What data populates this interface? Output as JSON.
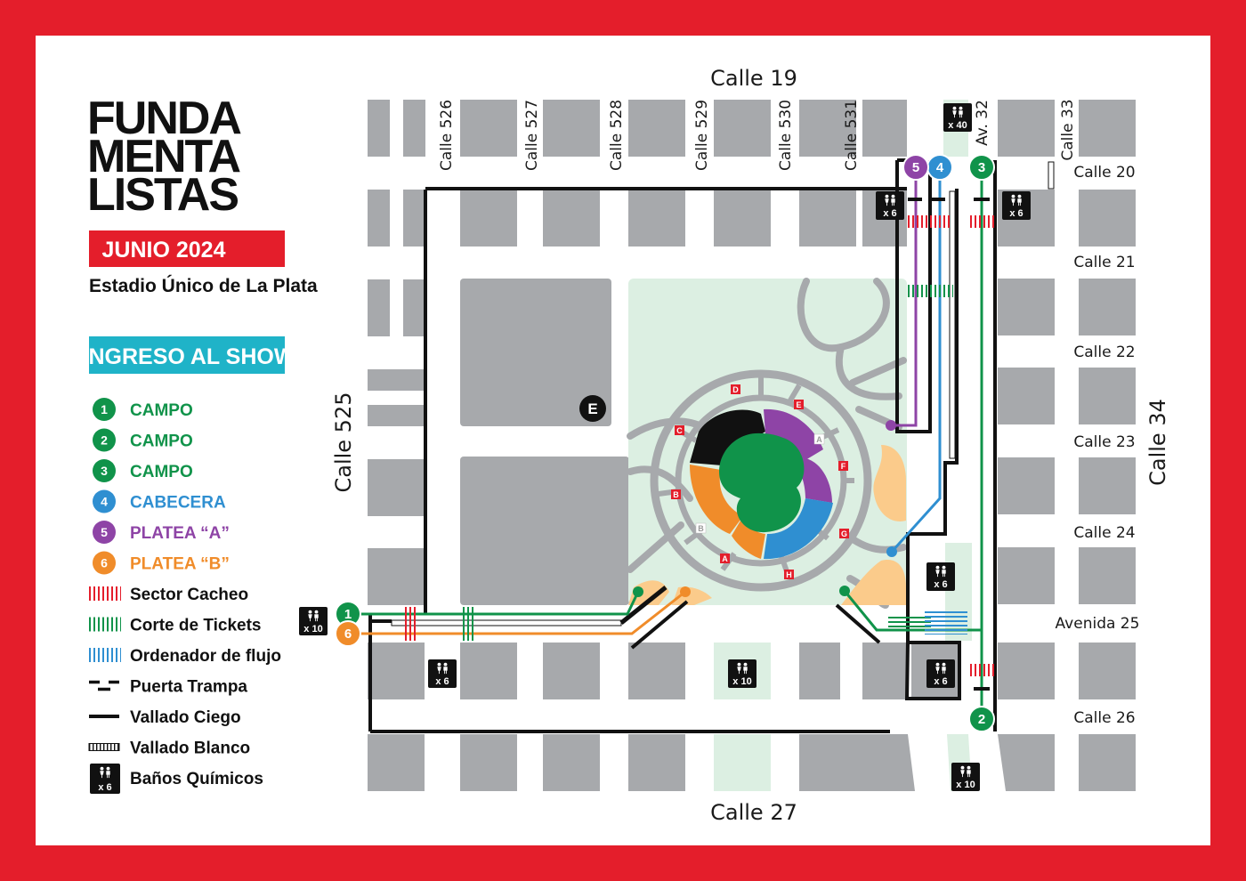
{
  "event": {
    "title_lines": [
      "FUNDA",
      "MENTA",
      "LISTAS"
    ],
    "date_banner": "JUNIO 2024",
    "venue": "Estadio Único de La Plata",
    "section_banner": "INGRESO AL SHOW"
  },
  "colors": {
    "frame_red": "#e41e2b",
    "date_banner": "#e41e2b",
    "section_banner": "#1fb3c8",
    "campo": "#10934a",
    "cabecera": "#2f8fd1",
    "platea_a": "#8e44a6",
    "platea_b": "#f08c2a",
    "block_gray": "#a7a9ac",
    "park_green": "#dcefe2",
    "field_green": "#10934a"
  },
  "legend": [
    {
      "marker": "1",
      "label": "CAMPO",
      "color": "#10934a",
      "kind": "circle"
    },
    {
      "marker": "2",
      "label": "CAMPO",
      "color": "#10934a",
      "kind": "circle"
    },
    {
      "marker": "3",
      "label": "CAMPO",
      "color": "#10934a",
      "kind": "circle"
    },
    {
      "marker": "4",
      "label": "CABECERA",
      "color": "#2f8fd1",
      "kind": "circle"
    },
    {
      "marker": "5",
      "label": "PLATEA “A”",
      "color": "#8e44a6",
      "kind": "circle"
    },
    {
      "marker": "6",
      "label": "PLATEA “B”",
      "color": "#f08c2a",
      "kind": "circle"
    },
    {
      "marker": "",
      "label": "Sector Cacheo",
      "color": "#e41e2b",
      "kind": "hatch"
    },
    {
      "marker": "",
      "label": "Corte de Tickets",
      "color": "#10934a",
      "kind": "hatch"
    },
    {
      "marker": "",
      "label": "Ordenador de flujo",
      "color": "#2f8fd1",
      "kind": "hatch"
    },
    {
      "marker": "",
      "label": "Puerta Trampa",
      "color": "#111111",
      "kind": "gate"
    },
    {
      "marker": "",
      "label": "Vallado Ciego",
      "color": "#111111",
      "kind": "line"
    },
    {
      "marker": "",
      "label": "Vallado Blanco",
      "color": "#111111",
      "kind": "ladder"
    },
    {
      "marker": "x 6",
      "label": "Baños Químicos",
      "color": "#111111",
      "kind": "toilet"
    }
  ],
  "streets": {
    "top": "Calle 19",
    "bottom": "Calle 27",
    "left": "Calle 525",
    "right": "Calle 34",
    "vertical": [
      "Calle 526",
      "Calle 527",
      "Calle 528",
      "Calle 529",
      "Calle 530",
      "Calle 531",
      "Av. 32",
      "Calle 33"
    ],
    "horizontal": [
      "Calle 20",
      "Calle 21",
      "Calle 22",
      "Calle 23",
      "Calle 24",
      "Avenida 25",
      "Calle 26"
    ]
  },
  "map_labels": {
    "sections": [
      "A",
      "B",
      "C",
      "D",
      "E",
      "F",
      "G",
      "H"
    ],
    "zone_e": "E",
    "entries": [
      "1",
      "2",
      "3",
      "4",
      "5",
      "6"
    ],
    "toilets": [
      "x 40",
      "x 6",
      "x 6",
      "x 10",
      "x 6",
      "x 10",
      "x 6",
      "x 6",
      "x 10"
    ]
  }
}
